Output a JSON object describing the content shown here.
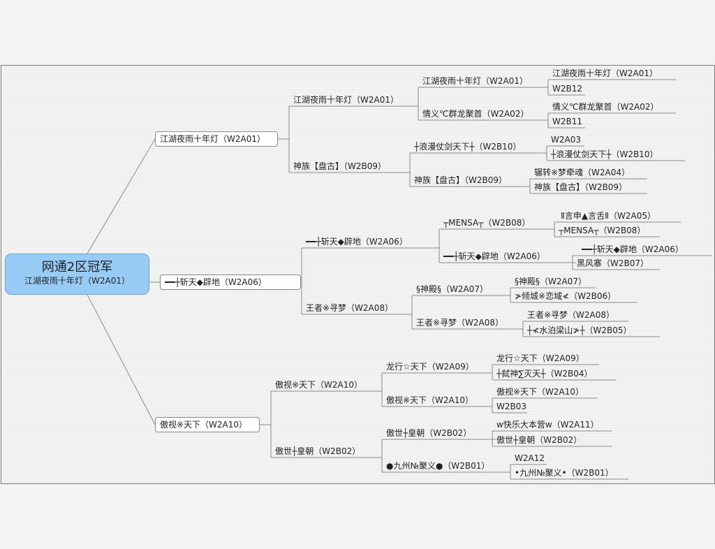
{
  "root": {
    "title": "网通2区冠军",
    "subtitle": "江湖夜雨十年灯（W2A01）"
  },
  "branches": [
    {
      "label": "江湖夜雨十年灯（W2A01）",
      "children": [
        {
          "label": "江湖夜雨十年灯（W2A01）",
          "children": [
            {
              "label": "江湖夜雨十年灯（W2A01）",
              "children": [
                {
                  "label": "江湖夜雨十年灯（W2A01）"
                },
                {
                  "label": "W2B12"
                }
              ]
            },
            {
              "label": "情义℃群龙聚首（W2A02）",
              "children": [
                {
                  "label": "情义℃群龙聚首（W2A02）"
                },
                {
                  "label": "W2B11"
                }
              ]
            }
          ]
        },
        {
          "label": "神族【盘古】（W2B09）",
          "children": [
            {
              "label": "┼浪漫仗剑天下┼（W2B10）",
              "children": [
                {
                  "label": "W2A03"
                },
                {
                  "label": "┼浪漫仗剑天下┼（W2B10）"
                }
              ]
            },
            {
              "label": "神族【盘古】（W2B09）",
              "children": [
                {
                  "label": "辗转※梦牵魂（W2A04）"
                },
                {
                  "label": "神族【盘古】（W2B09）"
                }
              ]
            }
          ]
        }
      ]
    },
    {
      "label": "━━┼斩天◆辟地（W2A06）",
      "children": [
        {
          "label": "━━┼斩天◆辟地（W2A06）",
          "children": [
            {
              "label": "┬MENSA┬（W2B08）",
              "children": [
                {
                  "label": "Ⅱ言申▲言舌Ⅱ（W2A05）"
                },
                {
                  "label": "┬MENSA┬（W2B08）"
                }
              ]
            },
            {
              "label": "━━┼斩天◆辟地（W2A06）",
              "children": [
                {
                  "label": "━━┼斩天◆辟地（W2A06）"
                },
                {
                  "label": "黑风寨（W2B07）"
                }
              ]
            }
          ]
        },
        {
          "label": "王者※寻梦（W2A08）",
          "children": [
            {
              "label": "§神殿§（W2A07）",
              "children": [
                {
                  "label": "§神殿§（W2A07）"
                },
                {
                  "label": "≯倾城※恋域≮（W2B06）"
                }
              ]
            },
            {
              "label": "王者※寻梦（W2A08）",
              "children": [
                {
                  "label": "王者※寻梦（W2A08）"
                },
                {
                  "label": "┼≮水泊梁山≯┼（W2B05）"
                }
              ]
            }
          ]
        }
      ]
    },
    {
      "label": "傲视※天下（W2A10）",
      "children": [
        {
          "label": "傲视※天下（W2A10）",
          "children": [
            {
              "label": "龙行☆天下（W2A09）",
              "children": [
                {
                  "label": "龙行☆天下（W2A09）"
                },
                {
                  "label": "┼弑神∑灭天┼（W2B04）"
                }
              ]
            },
            {
              "label": "傲视※天下（W2A10）",
              "children": [
                {
                  "label": "傲视※天下（W2A10）"
                },
                {
                  "label": "W2B03"
                }
              ]
            }
          ]
        },
        {
          "label": "傲世┼皇朝（W2B02）",
          "children": [
            {
              "label": "傲世┼皇朝（W2B02）",
              "children": [
                {
                  "label": "w快乐大本营w（W2A11）"
                },
                {
                  "label": "傲世┼皇朝（W2B02）"
                }
              ]
            },
            {
              "label": "●九州№聚义●（W2B01）",
              "children": [
                {
                  "label": "W2A12"
                },
                {
                  "label": "•九州№聚义•（W2B01）"
                }
              ]
            }
          ]
        }
      ]
    }
  ]
}
